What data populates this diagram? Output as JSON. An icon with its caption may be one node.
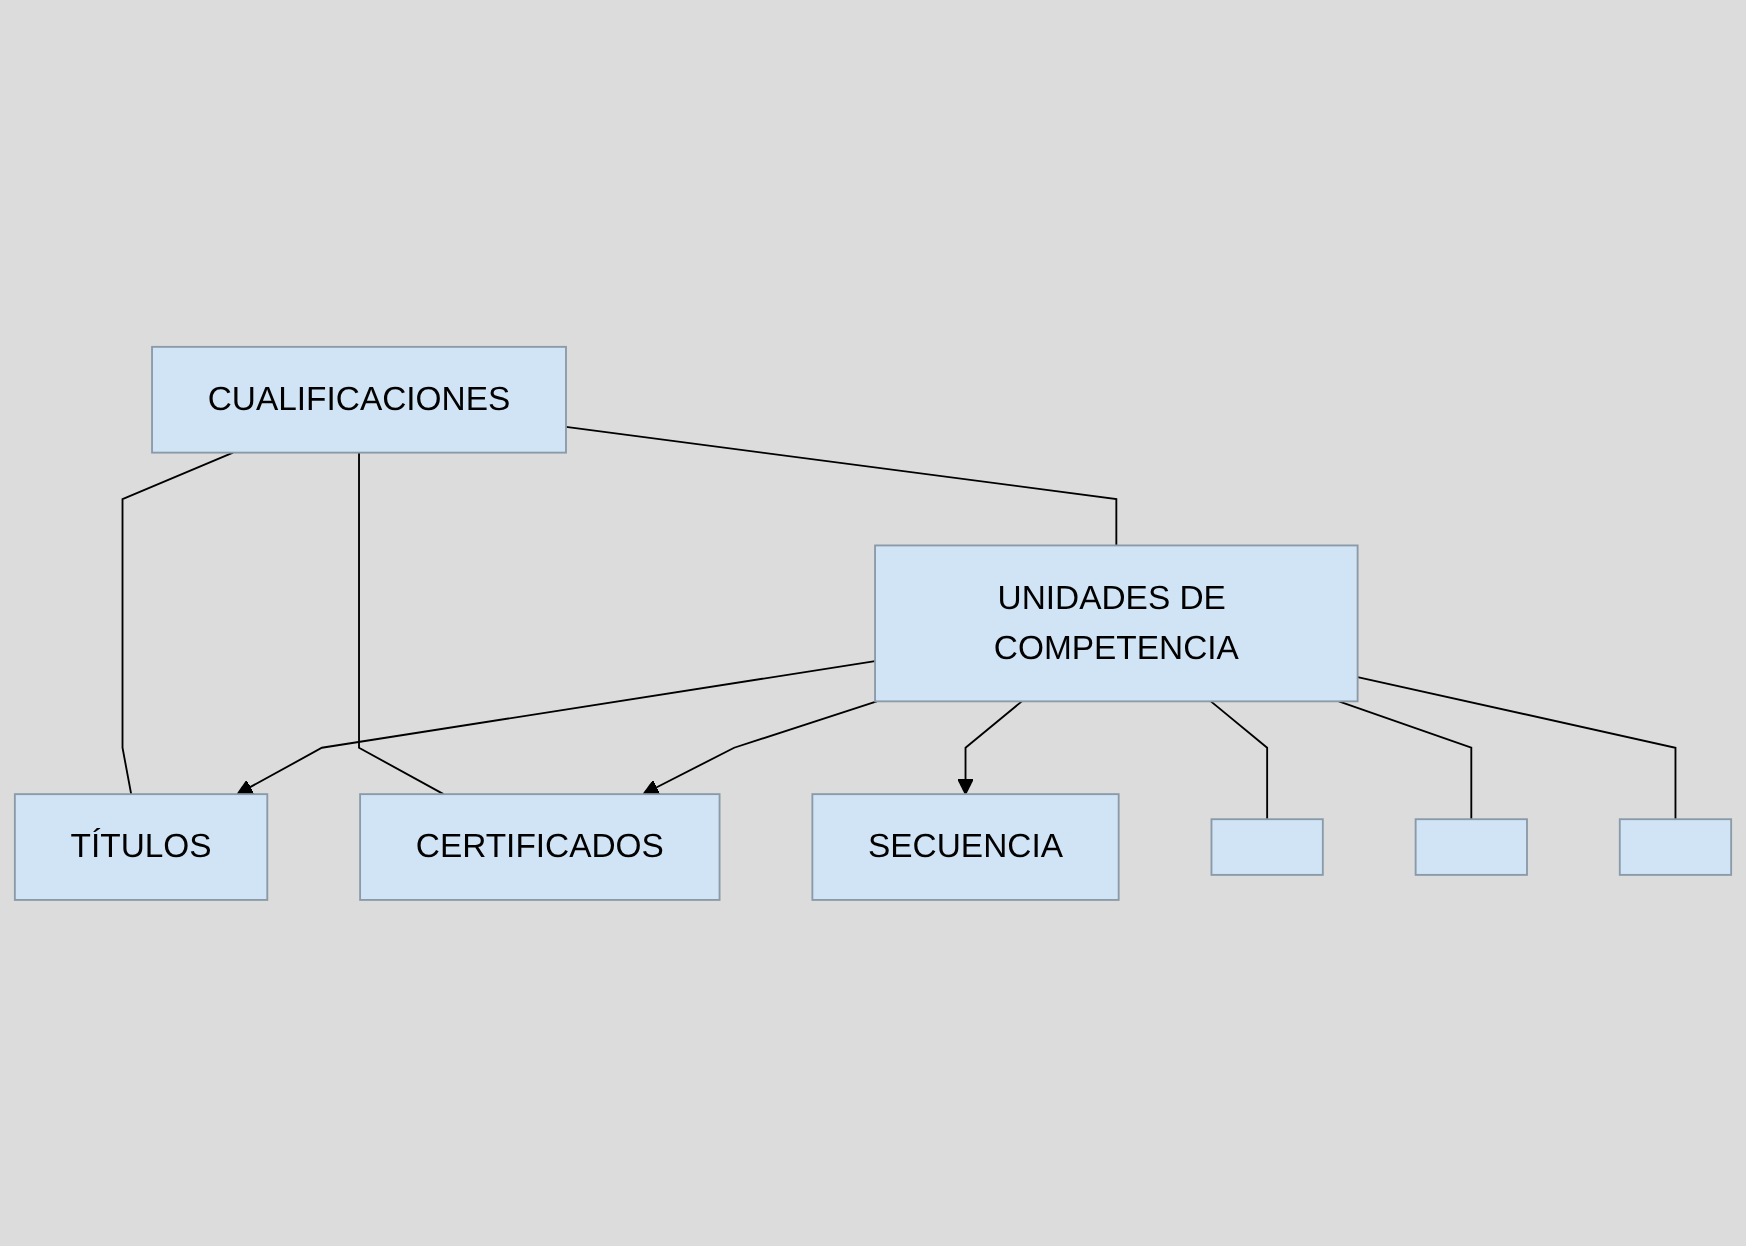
{
  "diagram": {
    "nodes": [
      {
        "text": [
          "CUALIFICACIONES"
        ]
      },
      {
        "text": [
          "TÍTULOS"
        ]
      },
      {
        "text": [
          "CERTIFICADOS"
        ]
      },
      {
        "text": [
          "UNIDADES DE COMPETENCIA"
        ]
      },
      {
        "text": [],
        "shape": "box"
      },
      {
        "text": [],
        "shape": "box"
      },
      {
        "text": [],
        "shape": "box"
      },
      {
        "text": [
          "SECUENCIA"
        ]
      }
    ],
    "edges": [
      {
        "from": 0,
        "to": 1,
        "arrow": "none"
      },
      {
        "from": 0,
        "to": 3,
        "arrow": "none"
      },
      {
        "from": 0,
        "to": 2,
        "arrow": "none"
      },
      {
        "from": 3,
        "to": 1,
        "arrow": "to"
      },
      {
        "from": 3,
        "to": 2,
        "arrow": "to"
      },
      {
        "from": 3,
        "to": 7,
        "arrow": "to"
      },
      {
        "from": 3,
        "to": 4,
        "arrow": "none"
      },
      {
        "from": 3,
        "to": 5,
        "arrow": "none"
      },
      {
        "from": 3,
        "to": 6,
        "arrow": "none"
      }
    ]
  }
}
